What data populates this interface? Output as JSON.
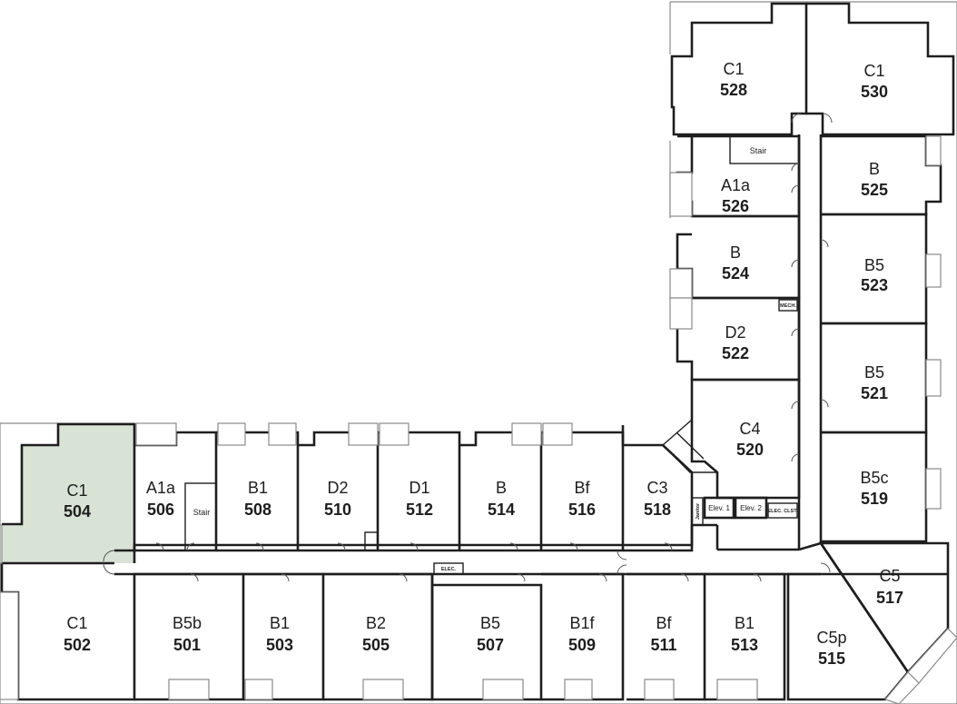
{
  "units": {
    "u528": {
      "type": "C1",
      "number": "528"
    },
    "u530": {
      "type": "C1",
      "number": "530"
    },
    "u526": {
      "type": "A1a",
      "number": "526"
    },
    "u525": {
      "type": "B",
      "number": "525"
    },
    "u524": {
      "type": "B",
      "number": "524"
    },
    "u523": {
      "type": "B5",
      "number": "523"
    },
    "u522": {
      "type": "D2",
      "number": "522"
    },
    "u521": {
      "type": "B5",
      "number": "521"
    },
    "u520": {
      "type": "C4",
      "number": "520"
    },
    "u519": {
      "type": "B5c",
      "number": "519"
    },
    "u517": {
      "type": "C5",
      "number": "517"
    },
    "u515": {
      "type": "C5p",
      "number": "515"
    },
    "u504": {
      "type": "C1",
      "number": "504",
      "highlighted": true,
      "highlight_color": "#d8e3d5"
    },
    "u506": {
      "type": "A1a",
      "number": "506"
    },
    "u508": {
      "type": "B1",
      "number": "508"
    },
    "u510": {
      "type": "D2",
      "number": "510"
    },
    "u512": {
      "type": "D1",
      "number": "512"
    },
    "u514": {
      "type": "B",
      "number": "514"
    },
    "u516": {
      "type": "Bf",
      "number": "516"
    },
    "u518": {
      "type": "C3",
      "number": "518"
    },
    "u502": {
      "type": "C1",
      "number": "502"
    },
    "u501": {
      "type": "B5b",
      "number": "501"
    },
    "u503": {
      "type": "B1",
      "number": "503"
    },
    "u505": {
      "type": "B2",
      "number": "505"
    },
    "u507": {
      "type": "B5",
      "number": "507"
    },
    "u509": {
      "type": "B1f",
      "number": "509"
    },
    "u511": {
      "type": "Bf",
      "number": "511"
    },
    "u513": {
      "type": "B1",
      "number": "513"
    }
  },
  "service": {
    "stair_north": "Stair",
    "stair_west": "Stair",
    "elev1": "Elev. 1",
    "elev2": "Elev. 2",
    "elec_closet": "ELEC. CLST.",
    "mech": "MECH.",
    "elec": "ELEC.",
    "janitor": "Janitor"
  }
}
